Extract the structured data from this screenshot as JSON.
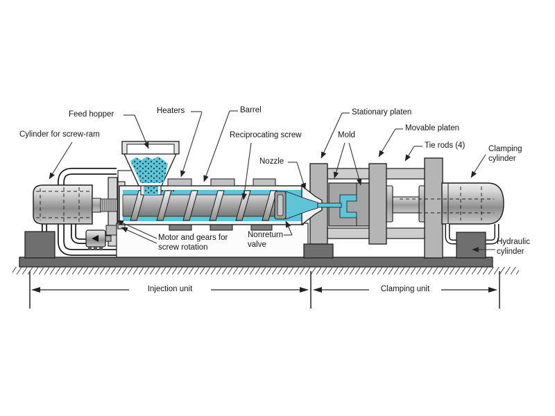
{
  "figure": {
    "labels": {
      "cylinder_screw_ram": "Cylinder for screw-ram",
      "feed_hopper": "Feed hopper",
      "heaters": "Heaters",
      "barrel": "Barrel",
      "reciprocating_screw": "Reciprocating screw",
      "nozzle": "Nozzle",
      "stationary_platen": "Stationary platen",
      "mold": "Mold",
      "movable_platen": "Movable platen",
      "tie_rods": "Tie rods (4)",
      "clamping_cylinder": "Clamping cylinder",
      "motor_and_gears": "Motor and gears for screw rotation",
      "nonreturn_valve": "Nonreturn valve",
      "hydraulic_cylinder": "Hydraulic cylinder",
      "injection_unit": "Injection unit",
      "clamping_unit": "Clamping unit"
    },
    "colors": {
      "melt": "#5EC5D9",
      "pellet_dots": "#10505F",
      "machine_light": "#D6D6D6",
      "machine_mid": "#B5B5B5",
      "machine_dark": "#6F6F6F",
      "outline": "#1A1A1A",
      "background": "#FFFFFF",
      "label_text": "#141414"
    }
  }
}
